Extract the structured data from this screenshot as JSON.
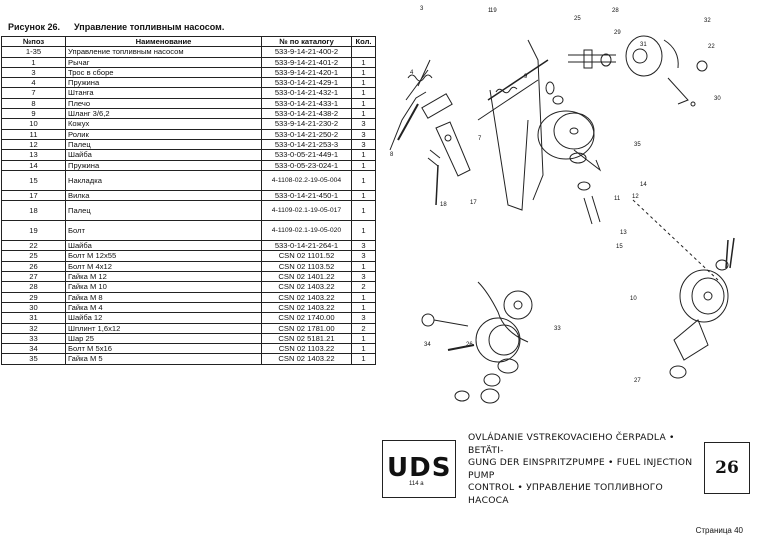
{
  "header": {
    "fig": "Рисунок 26.",
    "name": "Управление топливным насосом."
  },
  "columns": [
    "№поз",
    "Наименование",
    "№ по каталогу",
    "Кол."
  ],
  "rows": [
    {
      "n": "1-35",
      "name": "Управление топливным насосом",
      "cat": "533-9-14-21-400-2",
      "q": "",
      "tall": false
    },
    {
      "n": "1",
      "name": "Рычаг",
      "cat": "533-9-14-21-401-2",
      "q": "1",
      "tall": false
    },
    {
      "n": "3",
      "name": "Трос в сборе",
      "cat": "533-9-14-21-420-1",
      "q": "1",
      "tall": false
    },
    {
      "n": "4",
      "name": "Пружина",
      "cat": "533-0-14-21-429-1",
      "q": "1",
      "tall": false
    },
    {
      "n": "7",
      "name": "Штанга",
      "cat": "533-0-14-21-432-1",
      "q": "1",
      "tall": false
    },
    {
      "n": "8",
      "name": "Плечо",
      "cat": "533-0-14-21-433-1",
      "q": "1",
      "tall": false
    },
    {
      "n": "9",
      "name": "Шланг 3/6,2",
      "cat": "533-0-14-21-438-2",
      "q": "1",
      "tall": false
    },
    {
      "n": "10",
      "name": "Кожух",
      "cat": "533-9-14-21-230-2",
      "q": "3",
      "tall": false
    },
    {
      "n": "11",
      "name": "Ролик",
      "cat": "533-0-14-21-250-2",
      "q": "3",
      "tall": false
    },
    {
      "n": "12",
      "name": "Палец",
      "cat": "533-0-14-21-253-3",
      "q": "3",
      "tall": false
    },
    {
      "n": "13",
      "name": "Шайба",
      "cat": "533-0-05-21-449-1",
      "q": "1",
      "tall": false
    },
    {
      "n": "14",
      "name": "Пружина",
      "cat": "533-0-05-23-024-1",
      "q": "1",
      "tall": false
    },
    {
      "n": "15",
      "name": "Накладка",
      "cat": "4-1108-02.2-19-05-004",
      "q": "1",
      "tall": true
    },
    {
      "n": "17",
      "name": "Вилка",
      "cat": "533-0-14-21-450-1",
      "q": "1",
      "tall": false
    },
    {
      "n": "18",
      "name": "Палец",
      "cat": "4-1109-02.1-19-05-017",
      "q": "1",
      "tall": true
    },
    {
      "n": "19",
      "name": "Болт",
      "cat": "4-1109-02.1-19-05-020",
      "q": "1",
      "tall": true
    },
    {
      "n": "22",
      "name": "Шайба",
      "cat": "533-0-14-21-264-1",
      "q": "3",
      "tall": false
    },
    {
      "n": "25",
      "name": "Болт М 12x55",
      "cat": "CSN 02 1101.52",
      "q": "3",
      "tall": false
    },
    {
      "n": "26",
      "name": "Болт М 4x12",
      "cat": "CSN 02 1103.52",
      "q": "1",
      "tall": false
    },
    {
      "n": "27",
      "name": "Гайка М 12",
      "cat": "CSN 02 1401.22",
      "q": "3",
      "tall": false
    },
    {
      "n": "28",
      "name": "Гайка М 10",
      "cat": "CSN 02 1403.22",
      "q": "2",
      "tall": false
    },
    {
      "n": "29",
      "name": "Гайка М 8",
      "cat": "CSN 02 1403.22",
      "q": "1",
      "tall": false
    },
    {
      "n": "30",
      "name": "Гайка М 4",
      "cat": "CSN 02 1403.22",
      "q": "1",
      "tall": false
    },
    {
      "n": "31",
      "name": "Шайба 12",
      "cat": "CSN 02 1740.00",
      "q": "3",
      "tall": false
    },
    {
      "n": "32",
      "name": "Шплинт 1,6x12",
      "cat": "CSN 02 1781.00",
      "q": "2",
      "tall": false
    },
    {
      "n": "33",
      "name": "Шар 25",
      "cat": "CSN 02 5181.21",
      "q": "1",
      "tall": false
    },
    {
      "n": "34",
      "name": "Болт М 5x16",
      "cat": "CSN 02 1103.22",
      "q": "1",
      "tall": false
    },
    {
      "n": "35",
      "name": "Гайка М 5",
      "cat": "CSN 02 1403.22",
      "q": "1",
      "tall": false
    }
  ],
  "callouts": [
    "1",
    "3",
    "4",
    "7",
    "8",
    "9",
    "10",
    "11",
    "12",
    "13",
    "14",
    "15",
    "17",
    "18",
    "19",
    "22",
    "25",
    "26",
    "27",
    "28",
    "29",
    "30",
    "31",
    "32",
    "33",
    "34",
    "35"
  ],
  "footer": {
    "logo": "UDS",
    "logo_sub": "114 a",
    "caption_lines": [
      "OVLÁDANIE VSTREKOVACIEHO ČERPADLA • BETÄTI-",
      "GUNG DER EINSPRITZPUMPE • FUEL INJECTION PUMP",
      "CONTROL • УПРАВЛЕНИЕ ТОПЛИВНОГО НАСОСА"
    ],
    "sheet_number": "26"
  },
  "page_number": "Страница 40"
}
